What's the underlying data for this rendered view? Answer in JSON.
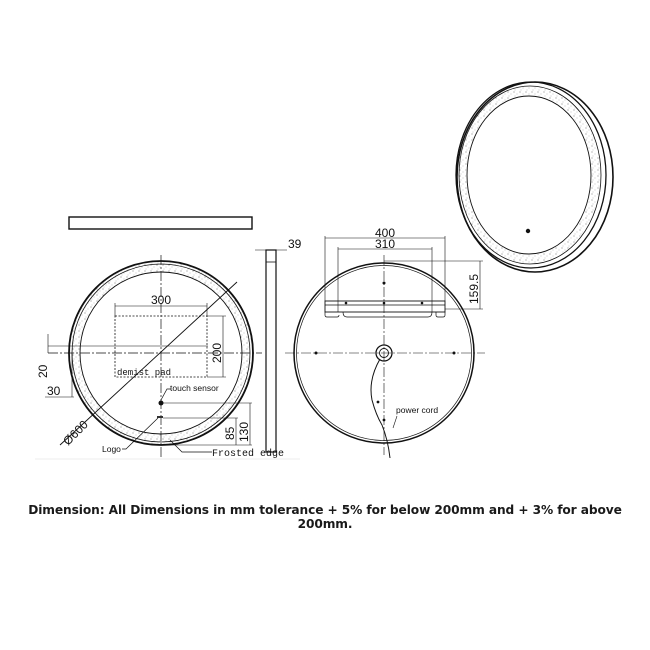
{
  "drawing": {
    "top_view": {
      "label": "top-profile"
    },
    "front_view": {
      "diameter_label": "Ø600",
      "demist_width": "300",
      "demist_height": "200",
      "demist_label": "demist pad",
      "touch_sensor_label": "touch sensor",
      "logo_label": "Logo",
      "frosted_edge_label": "Frosted edge",
      "dim_20": "20",
      "dim_30": "30",
      "dim_85": "85",
      "dim_130": "130"
    },
    "side_view": {
      "depth_label": "39"
    },
    "back_view": {
      "bracket_outer": "400",
      "bracket_inner": "310",
      "bracket_offset": "159.5",
      "power_cord_label": "power cord"
    }
  },
  "caption": "Dimension: All Dimensions in mm tolerance + 5% for below 200mm and + 3% for above 200mm."
}
